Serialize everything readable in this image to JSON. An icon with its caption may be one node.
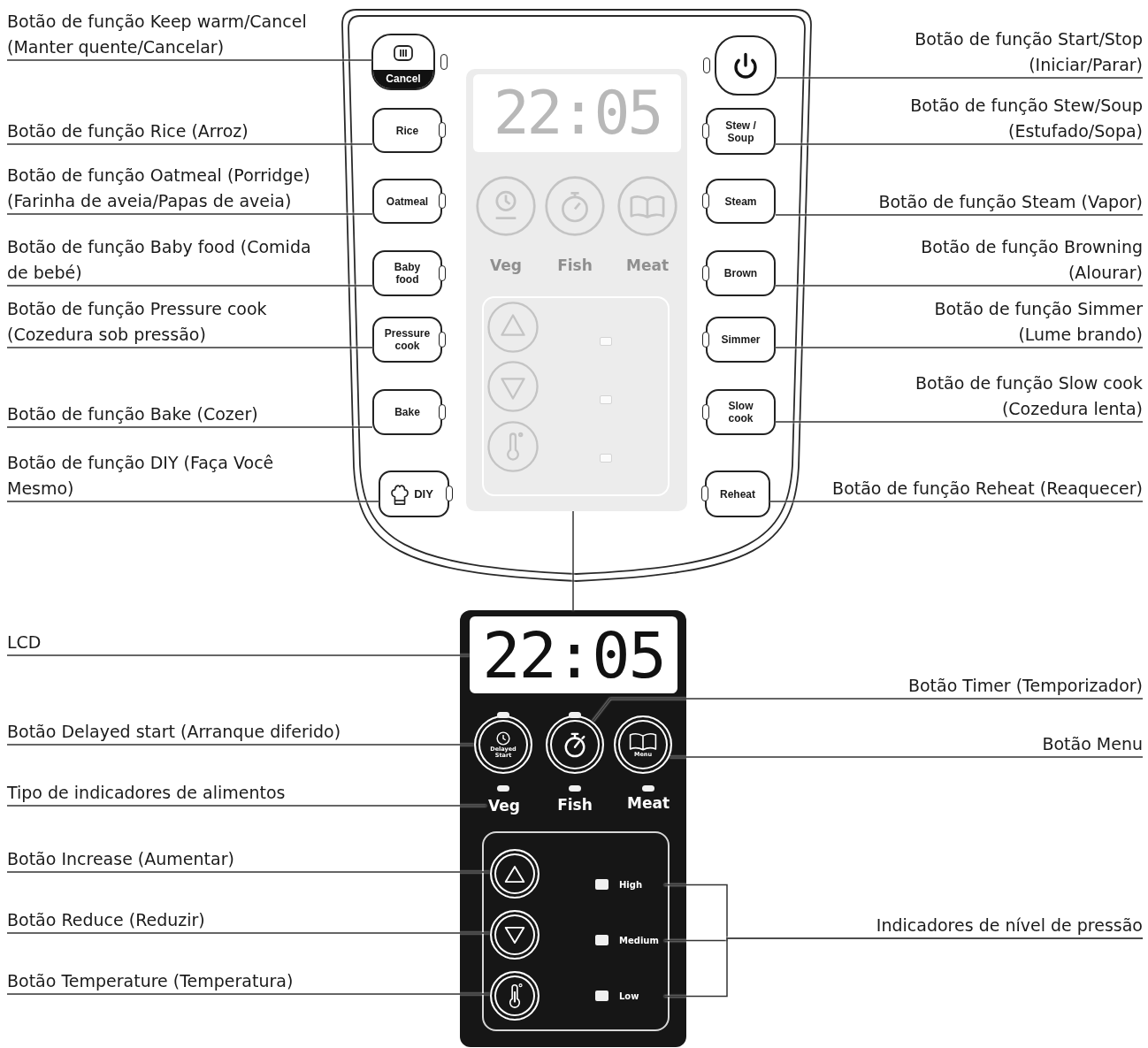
{
  "diagram": {
    "nodes": [
      {
        "text": [],
        "shape": "box"
      },
      {
        "text": [
          "Cancel"
        ],
        "in": 0
      },
      {
        "text": [],
        "shape": "box",
        "in": 0
      },
      {
        "text": [
          "Rice"
        ],
        "in": 0
      },
      {
        "text": [
          "Stew / Soup"
        ],
        "in": 0
      },
      {
        "text": [
          "Oatmeal"
        ],
        "in": 0
      },
      {
        "text": [
          "Steam"
        ],
        "in": 0
      },
      {
        "text": [
          "Baby food"
        ],
        "in": 0
      },
      {
        "text": [
          "Brown"
        ],
        "in": 0
      },
      {
        "text": [
          "Pressure cook"
        ],
        "in": 0
      },
      {
        "text": [
          "Simmer"
        ],
        "in": 0
      },
      {
        "text": [
          "Bake"
        ],
        "in": 0
      },
      {
        "text": [
          "Slow cook"
        ],
        "in": 0
      },
      {
        "text": [
          "DIY"
        ],
        "in": 0
      },
      {
        "text": [
          "Reheat"
        ],
        "in": 0
      },
      {
        "text": [
          "22:05"
        ],
        "in": 0
      },
      {
        "text": [],
        "shape": "box"
      },
      {
        "text": [
          "22:05"
        ],
        "in": 16
      },
      {
        "text": [
          "Delayed Start"
        ],
        "in": 16
      },
      {
        "text": [],
        "shape": "circle",
        "in": 16
      },
      {
        "text": [
          "Menu"
        ],
        "in": 16
      },
      {
        "text": [
          "Veg"
        ],
        "in": 16
      },
      {
        "text": [],
        "shape": "box",
        "in": 16
      },
      {
        "text": [],
        "shape": "circle",
        "in": 22
      },
      {
        "text": [],
        "shape": "circle",
        "in": 22
      },
      {
        "text": [],
        "shape": "circle",
        "in": 22
      },
      {
        "text": [
          "High"
        ],
        "in": 22
      },
      {
        "text": [
          "Medium"
        ],
        "in": 22
      },
      {
        "text": [
          "Low"
        ],
        "in": 22
      },
      {
        "text": [
          "Botão de função Keep warm/Cancel (Manter quente/Cancelar)"
        ]
      },
      {
        "text": [
          "Botão de função Rice (Arroz)"
        ]
      },
      {
        "text": [
          "Botão de função Oatmeal (Porridge) (Farinha de aveia/Papas de aveia)"
        ]
      },
      {
        "text": [
          "Botão de função Baby food (Comida de bebé)"
        ]
      },
      {
        "text": [
          "Botão de função Pressure cook (Cozedura sob pressão)"
        ]
      },
      {
        "text": [
          "Botão de função Bake (Cozer)"
        ]
      },
      {
        "text": [
          "Botão de função DIY (Faça Você Mesmo)"
        ]
      },
      {
        "text": [
          "Botão de função Start/Stop (Iniciar/Parar)"
        ]
      },
      {
        "text": [
          "Botão de função Stew/Soup (Estufado/Sopa)"
        ]
      },
      {
        "text": [
          "Botão de função Steam (Vapor)"
        ]
      },
      {
        "text": [
          "Botão de função Browning (Alourar)"
        ]
      },
      {
        "text": [
          "Botão de função Simmer (Lume brando)"
        ]
      },
      {
        "text": [
          "Botão de função Slow cook (Cozedura lenta)"
        ]
      },
      {
        "text": [
          "Botão de função Reheat (Reaquecer)"
        ]
      },
      {
        "text": [
          "LCD"
        ]
      },
      {
        "text": [
          "Botão Delayed start (Arranque diferido)"
        ]
      },
      {
        "text": [
          "Tipo de indicadores de alimentos"
        ]
      },
      {
        "text": [
          "Botão Increase (Aumentar)"
        ]
      },
      {
        "text": [
          "Botão Reduce (Reduzir)"
        ]
      },
      {
        "text": [
          "Botão Temperature (Temperatura)"
        ]
      },
      {
        "text": [
          "Botão Timer (Temporizador)"
        ]
      },
      {
        "text": [
          "Botão Menu"
        ]
      },
      {
        "text": [
          "Indicadores de nível de pressão"
        ]
      }
    ],
    "edges": [
      {
        "from": 29,
        "to": 1,
        "arrow": "none"
      },
      {
        "from": 30,
        "to": 3,
        "arrow": "none"
      },
      {
        "from": 31,
        "to": 5,
        "arrow": "none"
      },
      {
        "from": 32,
        "to": 7,
        "arrow": "none"
      },
      {
        "from": 33,
        "to": 9,
        "arrow": "none"
      },
      {
        "from": 34,
        "to": 11,
        "arrow": "none"
      },
      {
        "from": 35,
        "to": 13,
        "arrow": "none"
      },
      {
        "from": 36,
        "to": 2,
        "arrow": "none"
      },
      {
        "from": 37,
        "to": 4,
        "arrow": "none"
      },
      {
        "from": 38,
        "to": 6,
        "arrow": "none"
      },
      {
        "from": 39,
        "to": 8,
        "arrow": "none"
      },
      {
        "from": 40,
        "to": 10,
        "arrow": "none"
      },
      {
        "from": 41,
        "to": 12,
        "arrow": "none"
      },
      {
        "from": 42,
        "to": 14,
        "arrow": "none"
      },
      {
        "from": 15,
        "to": 16,
        "arrow": "none"
      },
      {
        "from": 43,
        "to": 17,
        "arrow": "none"
      },
      {
        "from": 44,
        "to": 18,
        "arrow": "none"
      },
      {
        "from": 45,
        "to": 21,
        "arrow": "none"
      },
      {
        "from": 46,
        "to": 23,
        "arrow": "none"
      },
      {
        "from": 47,
        "to": 24,
        "arrow": "none"
      },
      {
        "from": 48,
        "to": 25,
        "arrow": "none"
      },
      {
        "from": 49,
        "to": 19,
        "arrow": "none"
      },
      {
        "from": 50,
        "to": 20,
        "arrow": "none"
      },
      {
        "from": 51,
        "to": 26,
        "arrow": "none"
      },
      {
        "from": 51,
        "to": 27,
        "arrow": "none"
      },
      {
        "from": 51,
        "to": 28,
        "arrow": "none"
      }
    ],
    "labels": [
      "Veg",
      "Fish",
      "Meat",
      "Fish",
      "Meat"
    ]
  }
}
